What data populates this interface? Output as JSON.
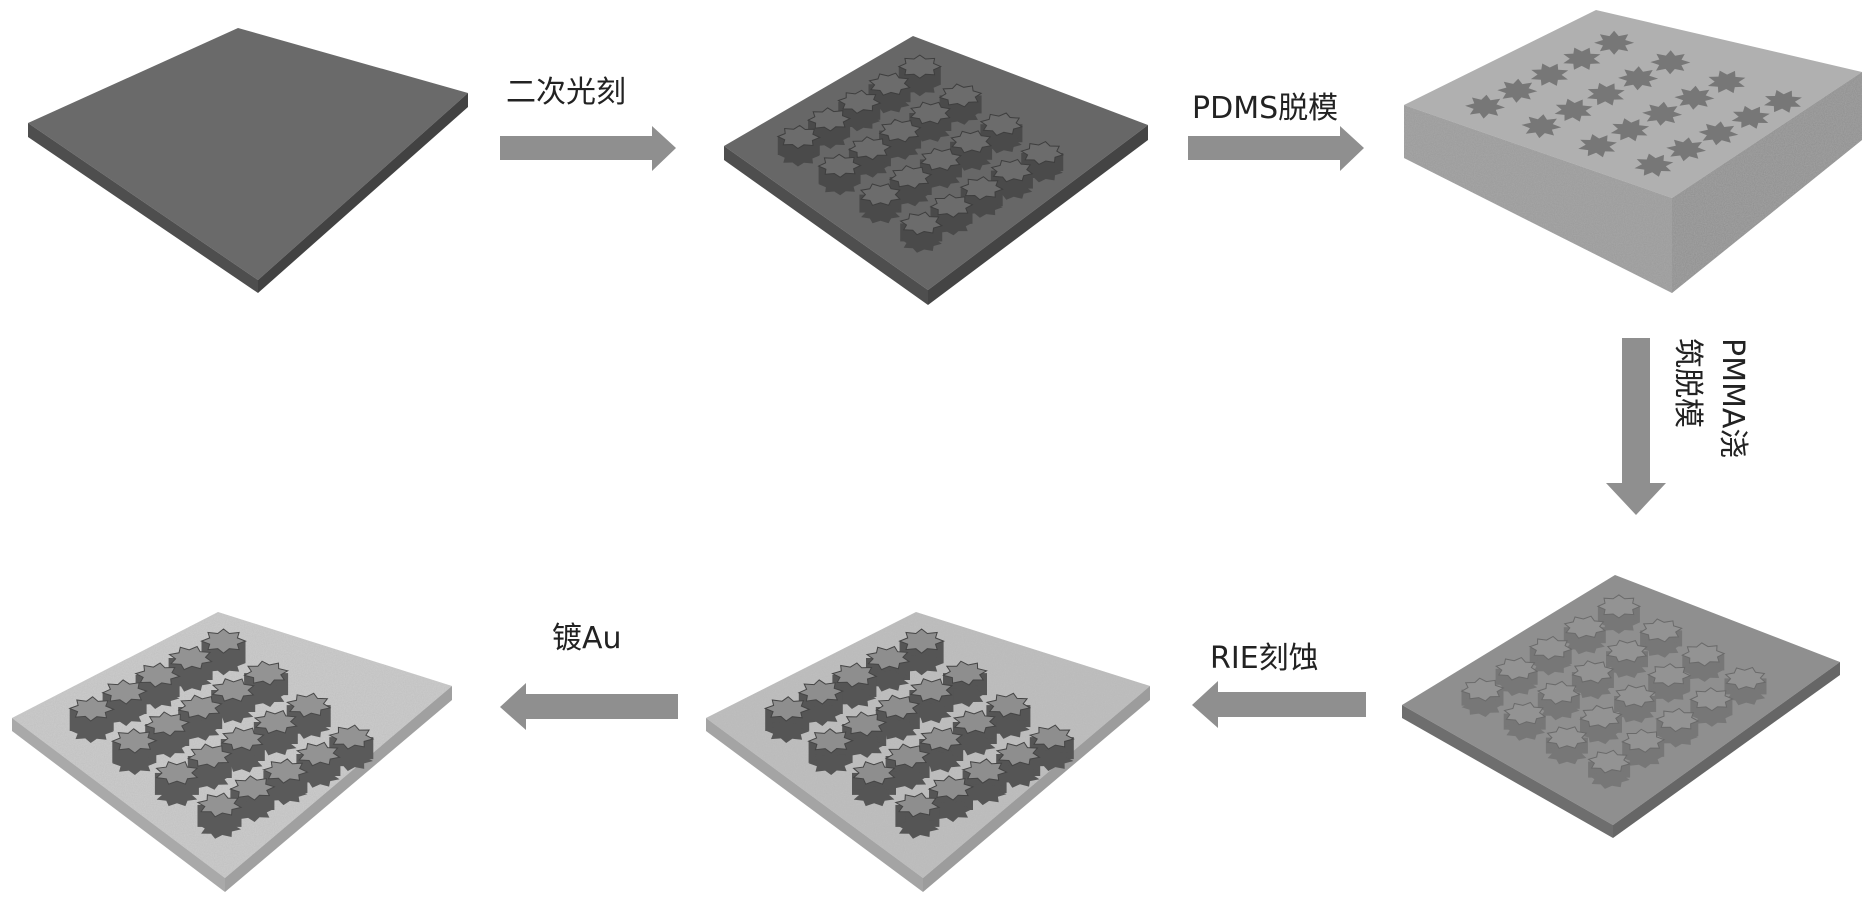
{
  "steps": {
    "lithography": "二次光刻",
    "pdms_demold": "PDMS脱模",
    "pmma_line1": "PMMA浇",
    "pmma_line2": "筑脱模",
    "rie_etch": "RIE刻蚀",
    "au_coat": "镀Au"
  },
  "colors": {
    "arrow": "#8f8f8f",
    "substrate_dark": "#666666",
    "pdms": "#a9a9a9",
    "pmma": "#8c8c8c",
    "etched_base": "#bdbdbd",
    "gold_base": "#c9c9c9"
  }
}
